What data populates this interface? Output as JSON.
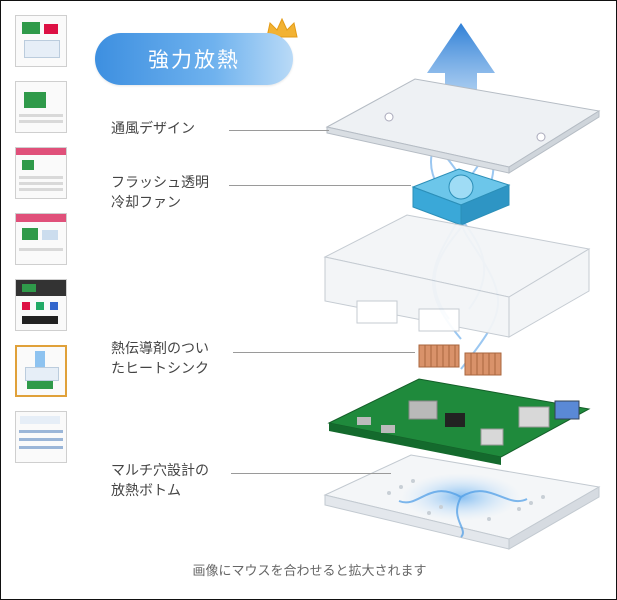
{
  "badge": {
    "title": "強力放熱"
  },
  "callouts": {
    "vent": "通風デザイン",
    "fan_line1": "フラッシュ透明",
    "fan_line2": "冷却ファン",
    "heatsink_line1": "熱伝導剤のつい",
    "heatsink_line2": "たヒートシンク",
    "bottom_line1": "マルチ穴設計の",
    "bottom_line2": "放熱ボトム"
  },
  "hint": "画像にマウスを合わせると拡大されます",
  "thumbnails": [
    {
      "icon": "thumb-case-kit"
    },
    {
      "icon": "thumb-board-spec"
    },
    {
      "icon": "thumb-feature-list"
    },
    {
      "icon": "thumb-accessories"
    },
    {
      "icon": "thumb-ports"
    },
    {
      "icon": "thumb-cooling",
      "selected": true
    },
    {
      "icon": "thumb-size-chart"
    }
  ],
  "colors": {
    "badge_start": "#3d8fe0",
    "badge_end": "#b9daf7",
    "airflow": "#4a9be6",
    "fan": "#3aa8d8",
    "board": "#1f8a3c",
    "heatsink": "#d9926a",
    "selected_thumb": "#e0a13a"
  }
}
